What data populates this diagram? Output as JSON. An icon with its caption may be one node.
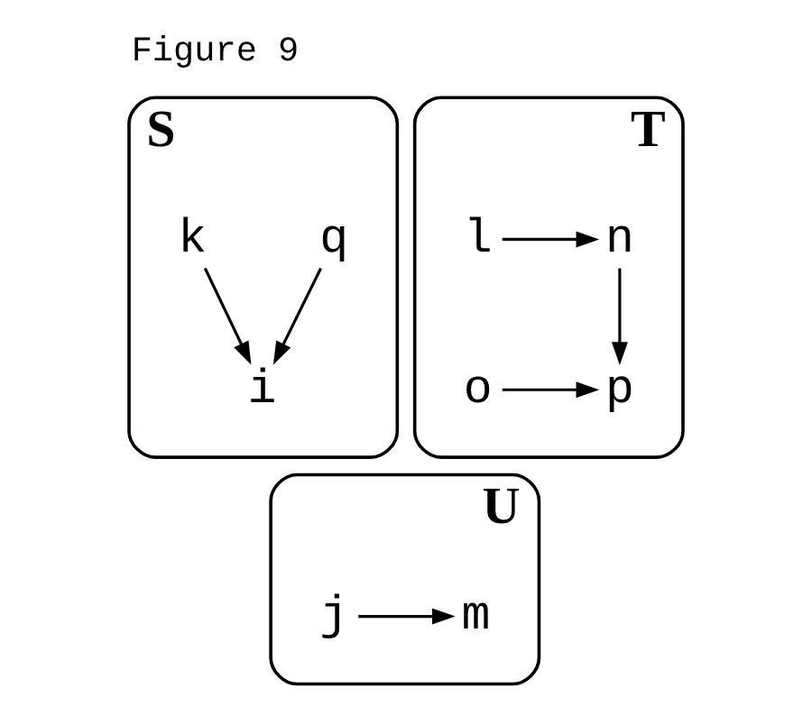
{
  "diagram": {
    "title": "Figure 9",
    "nodes": [
      {
        "text": [
          "S"
        ]
      },
      {
        "text": [
          "k"
        ],
        "in": 0
      },
      {
        "text": [
          "q"
        ],
        "in": 0
      },
      {
        "text": [
          "i"
        ],
        "in": 0
      },
      {
        "text": [
          "T"
        ]
      },
      {
        "text": [
          "l"
        ],
        "in": 4
      },
      {
        "text": [
          "n"
        ],
        "in": 4
      },
      {
        "text": [
          "o"
        ],
        "in": 4
      },
      {
        "text": [
          "p"
        ],
        "in": 4
      },
      {
        "text": [
          "U"
        ]
      },
      {
        "text": [
          "j"
        ],
        "in": 9
      },
      {
        "text": [
          "m"
        ],
        "in": 9
      }
    ],
    "edges": [
      {
        "from": 1,
        "to": 3,
        "arrow": "to"
      },
      {
        "from": 2,
        "to": 3,
        "arrow": "to"
      },
      {
        "from": 5,
        "to": 6,
        "arrow": "to"
      },
      {
        "from": 6,
        "to": 8,
        "arrow": "to"
      },
      {
        "from": 7,
        "to": 8,
        "arrow": "to"
      },
      {
        "from": 10,
        "to": 11,
        "arrow": "to"
      }
    ]
  }
}
